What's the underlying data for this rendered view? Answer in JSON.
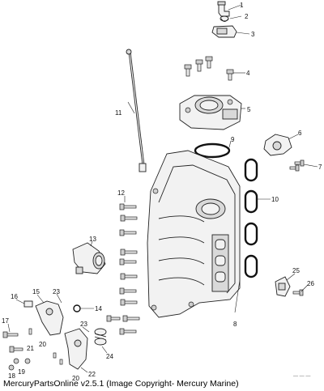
{
  "callouts": [
    "1",
    "2",
    "3",
    "4",
    "5",
    "6",
    "7",
    "8",
    "9",
    "10",
    "11",
    "12",
    "13",
    "14",
    "15",
    "16",
    "17",
    "18",
    "19",
    "20",
    "20",
    "21",
    "22",
    "23",
    "23",
    "24",
    "25",
    "26"
  ],
  "footer": {
    "caption": "MercuryPartsOnline v2.5.1 (Image Copyright- Mercury Marine)"
  }
}
